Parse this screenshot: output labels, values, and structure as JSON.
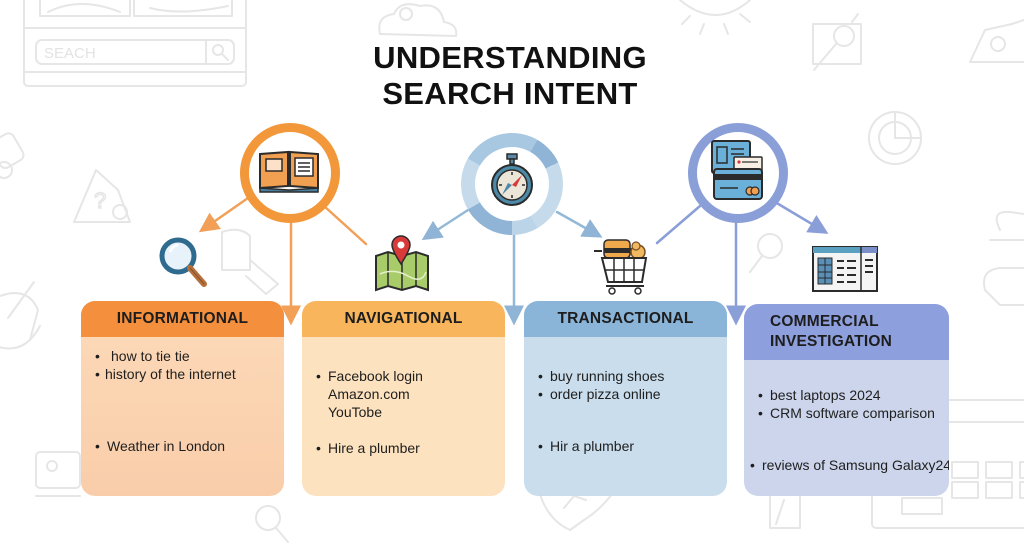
{
  "title": {
    "line1": "UNDERSTANDING",
    "line2": "SEARCH INTENT"
  },
  "background": {
    "search_box_placeholder": "SEACH",
    "decorative_icons": [
      "browser-window-icon",
      "search-box-icon",
      "cloud-icon",
      "sun-icon",
      "magnifier-doc-icon",
      "pie-chart-icon",
      "question-bubble-icon",
      "hand-icon",
      "keyboard-icon",
      "person-icon"
    ]
  },
  "hubs": [
    {
      "id": "informational",
      "icon": "open-book-icon",
      "ring_color": "#f2973a"
    },
    {
      "id": "navigational",
      "icon": "compass-icon",
      "ring_color": "#8fb4d6"
    },
    {
      "id": "commercial",
      "icon": "credit-card-icon",
      "ring_color": "#8a9ed8"
    }
  ],
  "branch_icons": [
    {
      "name": "magnifier-icon"
    },
    {
      "name": "map-pin-icon"
    },
    {
      "name": "shopping-cart-icon"
    },
    {
      "name": "spreadsheet-icon"
    }
  ],
  "cards": [
    {
      "id": "informational",
      "title": "INFORMATIONAL",
      "header_color": "#f48f3d",
      "body_color": "#fcd8b6",
      "items": [
        "how to tie tie",
        "history of the internet",
        "Weather in London"
      ]
    },
    {
      "id": "navigational",
      "title": "NAVIGATIONAL",
      "header_color": "#f8b55c",
      "body_color": "#fde2bf",
      "items": [
        "Facebook login",
        "Amazon.com",
        "YouTobe",
        "Hire a plumber"
      ]
    },
    {
      "id": "transactional",
      "title": "TRANSACTIONAL",
      "header_color": "#8ab4d8",
      "body_color": "#c9ddec",
      "items": [
        "buy running shoes",
        "order pizza online",
        "Hir a plumber"
      ]
    },
    {
      "id": "commercial",
      "title_line1": "COMMERCIAL",
      "title_line2": "INVESTIGATION",
      "header_color": "#8d9fdc",
      "body_color": "#ccd5ec",
      "items": [
        "best laptops 2024",
        "CRM software comparison",
        "reviews of Samsung Galaxy24"
      ]
    }
  ]
}
